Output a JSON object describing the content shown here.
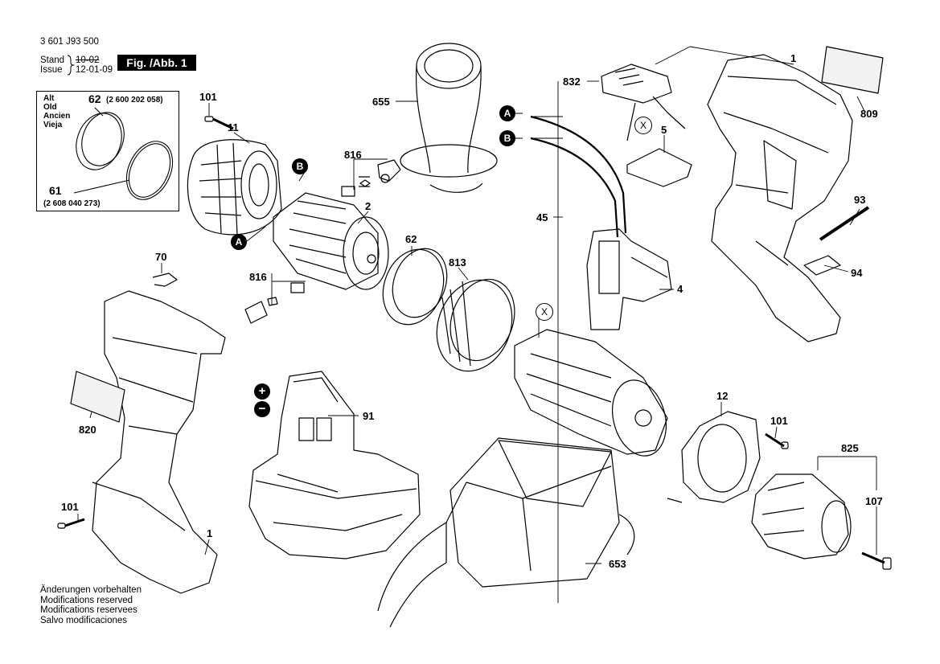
{
  "header": {
    "doc_number": "3 601 J93 500",
    "stand_label": "Stand",
    "issue_label": "Issue",
    "stand_date": "10-02",
    "issue_date": "12-01-09",
    "figure_label": "Fig. /Abb. 1"
  },
  "old_parts_box": {
    "lines": [
      "Alt",
      "Old",
      "Ancien",
      "Vieja"
    ],
    "part_62": "62",
    "part_62_number": "(2 600 202 058)",
    "part_61": "61",
    "part_61_number": "(2 608 040 273)"
  },
  "part_labels": [
    "101",
    "11",
    "816",
    "2",
    "62",
    "813",
    "655",
    "832",
    "A",
    "B",
    "45",
    "X",
    "5",
    "4",
    "1",
    "809",
    "93",
    "94",
    "70",
    "816",
    "820",
    "101",
    "1",
    "91",
    "653",
    "12",
    "101",
    "825",
    "107"
  ],
  "markers": {
    "a": "A",
    "b": "B",
    "x": "X",
    "plus": "+",
    "minus": "−"
  },
  "notes": [
    "Änderungen vorbehalten",
    "Modifications reserved",
    "Modifications reservees",
    "Salvo modificaciones"
  ]
}
